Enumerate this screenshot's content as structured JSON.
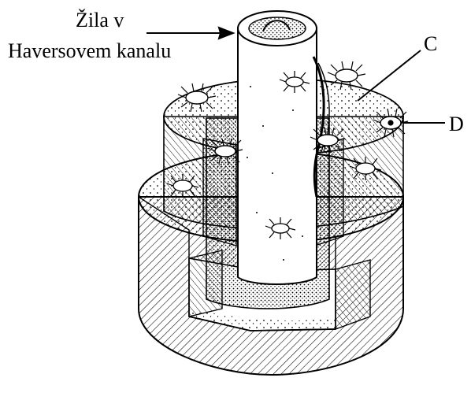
{
  "figure": {
    "labels": {
      "vein_line1": "Žila v",
      "vein_line2": "Haversovem kanalu",
      "c": "C",
      "d": "D"
    },
    "colors": {
      "ink": "#000000",
      "paper": "#ffffff"
    }
  }
}
